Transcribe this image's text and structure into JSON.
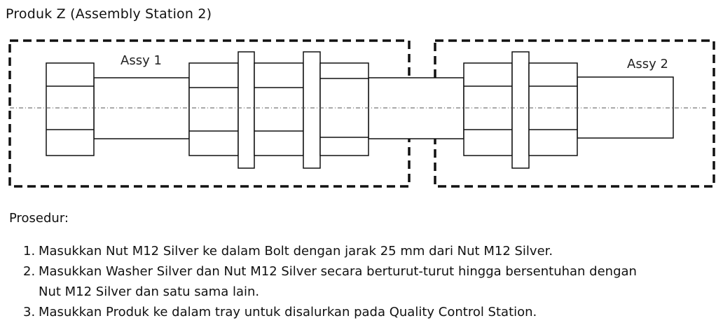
{
  "title": "Produk Z (Assembly Station 2)",
  "diagram": {
    "assy1_label": "Assy 1",
    "assy2_label": "Assy 2"
  },
  "procedure": {
    "heading": "Prosedur:",
    "steps": [
      {
        "number": "1.",
        "text": "Masukkan Nut M12 Silver ke dalam Bolt dengan jarak 25 mm dari Nut M12 Silver."
      },
      {
        "number": "2.",
        "text": "Masukkan Washer Silver dan Nut M12 Silver secara berturut-turut hingga bersentuhan dengan Nut M12 Silver dan satu sama lain."
      },
      {
        "number": "3.",
        "text": "Masukkan Produk ke dalam tray untuk disalurkan pada Quality Control Station."
      }
    ]
  }
}
